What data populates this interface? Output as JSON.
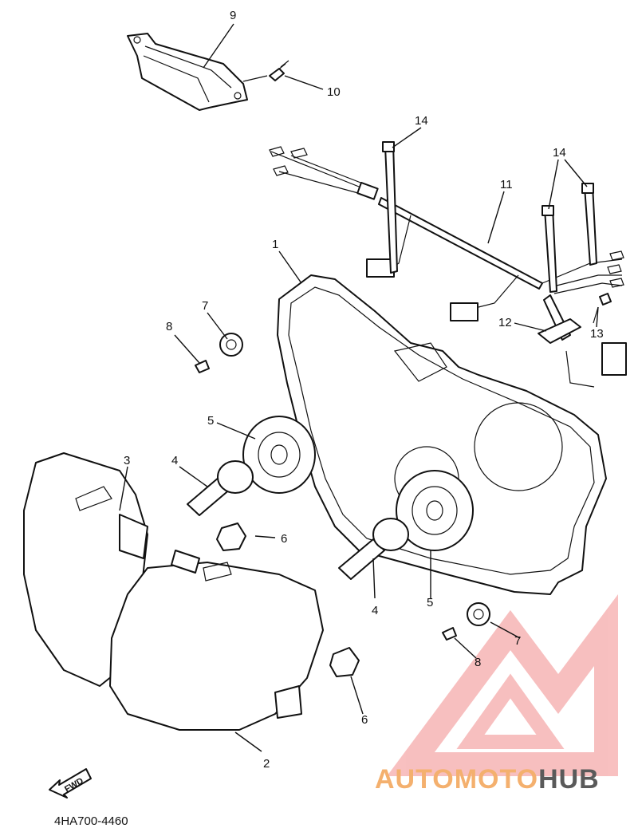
{
  "callouts": [
    "1",
    "2",
    "3",
    "4",
    "4",
    "5",
    "5",
    "6",
    "6",
    "7",
    "7",
    "8",
    "8",
    "9",
    "10",
    "11",
    "12",
    "13",
    "14",
    "14"
  ],
  "direction_tag": "FWD",
  "drawing_code": "4HA700-4460",
  "watermark": {
    "part1": "AUTOMOTO",
    "part2": "HUB",
    "logo_color": "#f28c8c",
    "text_color_1": "#f4b06e",
    "text_color_2": "#5a5a5a"
  }
}
